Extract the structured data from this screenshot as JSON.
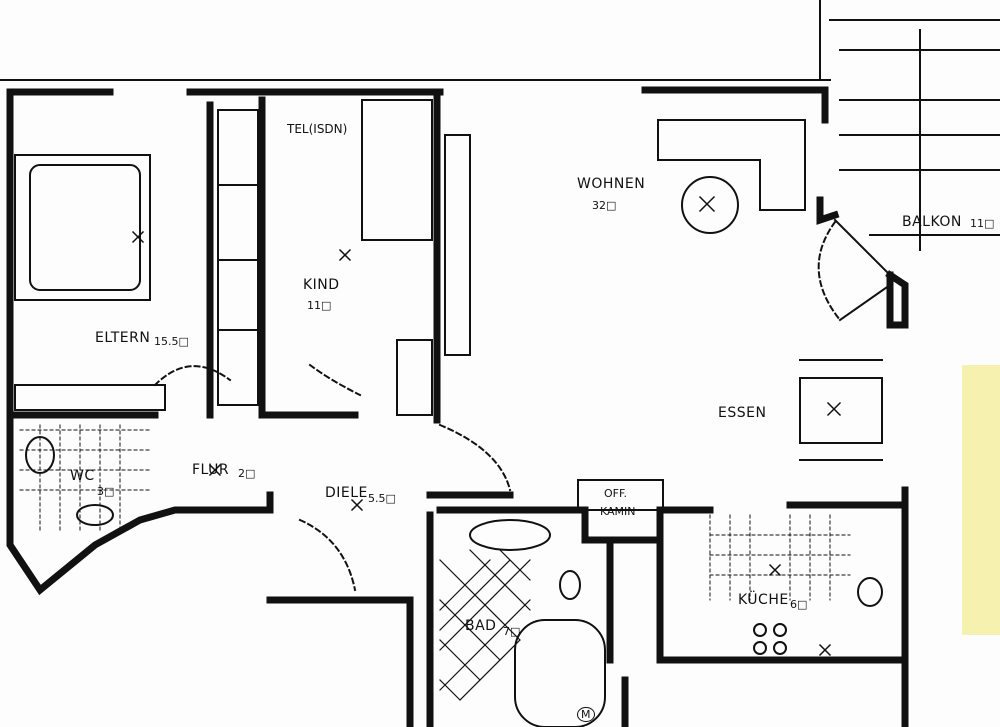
{
  "rooms": {
    "wohnen": {
      "name": "WOHNEN",
      "area": "32□"
    },
    "balkon": {
      "name": "BALKON",
      "area": "11□"
    },
    "kind": {
      "name": "KIND",
      "area": "11□"
    },
    "eltern": {
      "name": "ELTERN",
      "area": "15.5□"
    },
    "essen": {
      "name": "ESSEN"
    },
    "flur": {
      "name": "FLUR",
      "area": "2□"
    },
    "diele": {
      "name": "DIELE",
      "area": "5.5□"
    },
    "wc": {
      "name": "WC",
      "area": "3□"
    },
    "bad": {
      "name": "BAD",
      "area": "7□"
    },
    "kueche": {
      "name": "KÜCHE",
      "area": "6□"
    }
  },
  "annotations": {
    "telephone": "TEL(ISDN)",
    "fireplace_line1": "OFF.",
    "fireplace_line2": "KAMIN",
    "mark": "M"
  },
  "colors": {
    "ink": "#111111",
    "paper": "#fdfdfd",
    "note": "#f7f1b0"
  }
}
